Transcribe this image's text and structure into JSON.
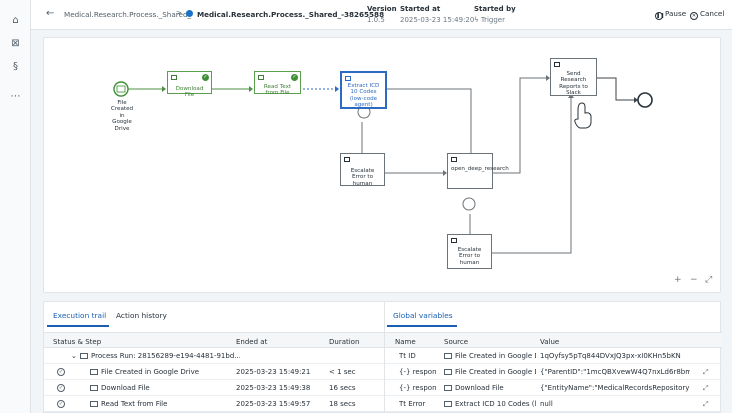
{
  "rail": {
    "icons": [
      "home-icon",
      "apps-icon",
      "processes-icon",
      "more-icon"
    ]
  },
  "header": {
    "back_icon": "arrow-left-icon",
    "crumb1": "Medical.Research.Process._Shared_",
    "crumb_sep": ">",
    "crumb2": "Medical.Research.Process._Shared_-38265588",
    "version_label": "Version",
    "version_value": "1.0.5",
    "started_at_label": "Started at",
    "started_at_value": "2025-03-23 15:49:20",
    "started_by_label": "Started by",
    "started_by_value": "Trigger",
    "pause_label": "Pause",
    "cancel_label": "Cancel"
  },
  "diagram": {
    "start_label": "File Created in Google Drive",
    "nodes": {
      "download": "Download File",
      "read_text": "Read Text from File",
      "extract": "Extract ICD 10 Codes (low-code agent)",
      "escalate1": "Escalate Error to human",
      "deep_research": "open_deep_research",
      "escalate2": "Escalate Error to human",
      "send": "Send Research Reports to Slack"
    },
    "zoom_in": "+",
    "zoom_out": "−",
    "fit": "⤢"
  },
  "trail": {
    "tab_active": "Execution trail",
    "tab_other": "Action history",
    "columns": [
      "Status & Step",
      "Ended at",
      "Duration"
    ],
    "run_label": "Process Run: 28156289-e194-4481-91bd...",
    "rows": [
      {
        "step": "File Created in Google Drive",
        "ended": "2025-03-23 15:49:21",
        "duration": "< 1 sec"
      },
      {
        "step": "Download File",
        "ended": "2025-03-23 15:49:38",
        "duration": "16 secs"
      },
      {
        "step": "Read Text from File",
        "ended": "2025-03-23 15:49:57",
        "duration": "18 secs"
      }
    ]
  },
  "globals": {
    "tab": "Global variables",
    "columns": [
      "Name",
      "Source",
      "Value"
    ],
    "rows": [
      {
        "name": "ID",
        "type": "Tt",
        "source": "File Created in Google D",
        "value": "1qOyfsy5pTq844DVxJQ3px-xI0KHn5bKN"
      },
      {
        "name": "respon",
        "type": "{-}",
        "source": "File Created in Google D",
        "value": "{\"ParentID\":\"1mcQBXvewW4Q7nxLd6r8bm..."
      },
      {
        "name": "respon",
        "type": "{-}",
        "source": "Download File",
        "value": "{\"EntityName\":\"MedicalRecordsRepository\"..."
      },
      {
        "name": "Error",
        "type": "Tt",
        "source": "Extract ICD 10 Codes (lc",
        "value": "null"
      }
    ]
  }
}
